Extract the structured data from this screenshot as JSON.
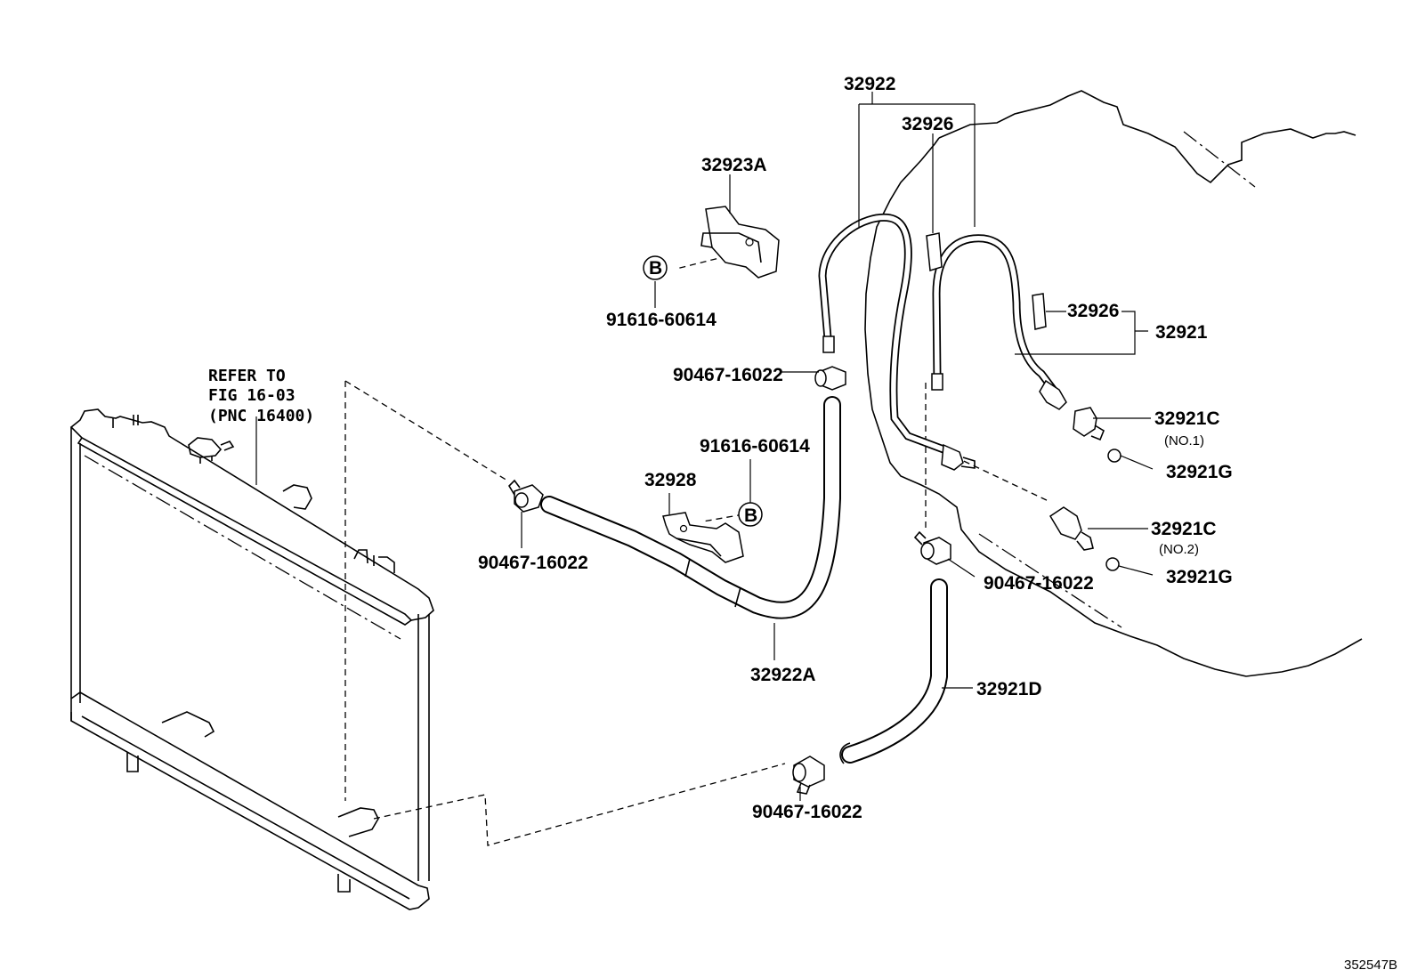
{
  "labels": {
    "p32922": "32922",
    "p32926_top": "32926",
    "p32923a": "32923A",
    "b_top": "B",
    "p91616_top": "91616-60614",
    "p32926_right": "32926",
    "p32921": "32921",
    "clip_top": "90467-16022",
    "refer1": "REFER TO",
    "refer2": "FIG 16-03",
    "refer3": "(PNC 16400)",
    "p91616_mid": "91616-60614",
    "p32928": "32928",
    "b_mid": "B",
    "p32921c_1": "32921C",
    "no1": "(NO.1)",
    "p32921g_1": "32921G",
    "p32921c_2": "32921C",
    "no2": "(NO.2)",
    "p32921g_2": "32921G",
    "clip_left": "90467-16022",
    "clip_right": "90467-16022",
    "p32922a": "32922A",
    "p32921d": "32921D",
    "clip_bottom": "90467-16022",
    "illustration_id": "352547B"
  }
}
